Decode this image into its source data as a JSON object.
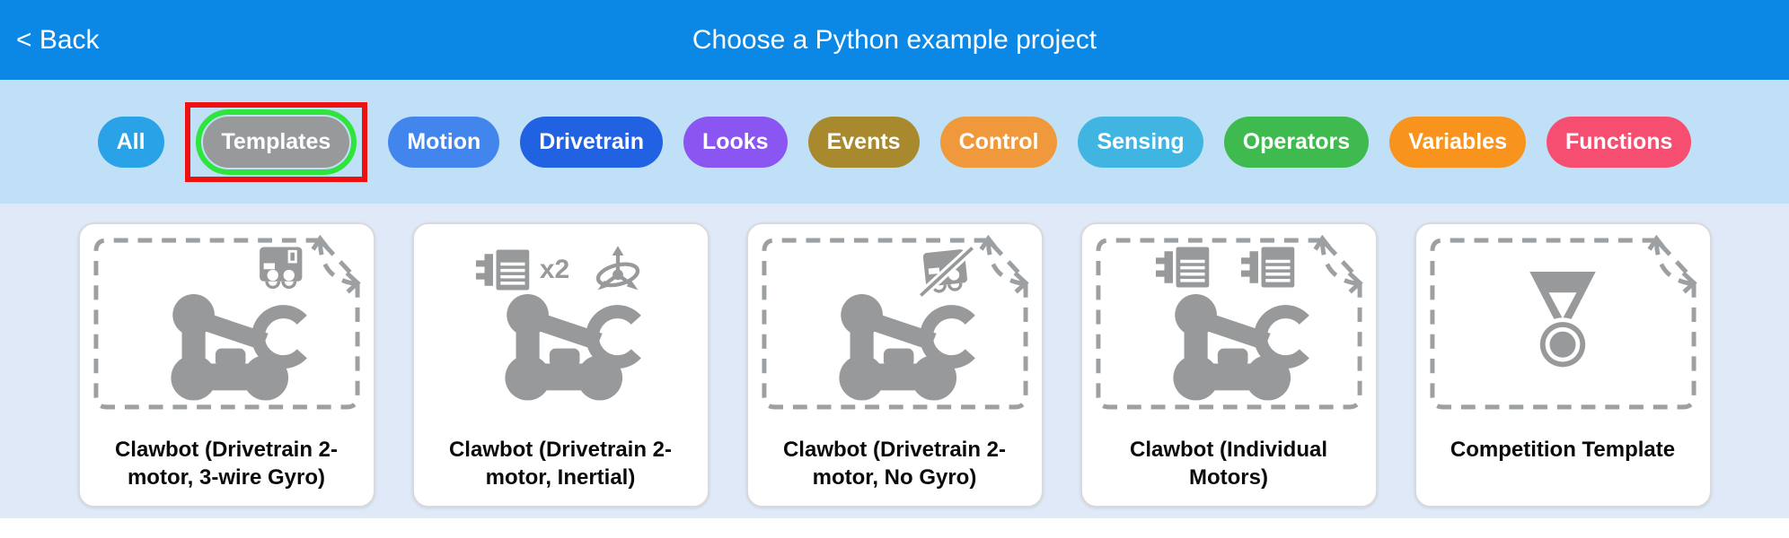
{
  "header": {
    "back_label": "< Back",
    "title": "Choose a Python example project"
  },
  "colors": {
    "header_bg": "#0b87e6",
    "filter_bar_bg": "#bfe0f6",
    "content_bg": "#dfe9f8",
    "icon_gray": "#97999b"
  },
  "filter_bar": {
    "pills": [
      {
        "label": "All",
        "color": "#2aa2e8"
      },
      {
        "label": "Templates",
        "color": "#97999b",
        "selected": true,
        "annotation": {
          "outer_box_color": "#ee1111",
          "ring_color": "#2ee53c"
        }
      },
      {
        "label": "Motion",
        "color": "#4285ec"
      },
      {
        "label": "Drivetrain",
        "color": "#2062e2"
      },
      {
        "label": "Looks",
        "color": "#8a55f0"
      },
      {
        "label": "Events",
        "color": "#a8892e"
      },
      {
        "label": "Control",
        "color": "#f0993c"
      },
      {
        "label": "Sensing",
        "color": "#41b5e2"
      },
      {
        "label": "Operators",
        "color": "#3eba4e"
      },
      {
        "label": "Variables",
        "color": "#f8941e"
      },
      {
        "label": "Functions",
        "color": "#f64e71"
      }
    ]
  },
  "content": {
    "cards": [
      {
        "title": "Clawbot (Drivetrain 2-motor, 3-wire Gyro)",
        "dashed_frame": true,
        "badge_layout": "right",
        "illustration": "clawbot",
        "badges": [
          {
            "icon": "gyro-sensor-icon",
            "label": ""
          }
        ]
      },
      {
        "title": "Clawbot (Drivetrain 2-motor, Inertial)",
        "dashed_frame": false,
        "badge_layout": "center",
        "illustration": "clawbot",
        "badges": [
          {
            "icon": "motor-icon",
            "label": "x2"
          },
          {
            "icon": "inertial-sensor-icon",
            "label": ""
          }
        ]
      },
      {
        "title": "Clawbot (Drivetrain 2-motor, No Gyro)",
        "dashed_frame": true,
        "badge_layout": "right",
        "illustration": "clawbot",
        "badges": [
          {
            "icon": "no-gyro-icon",
            "label": ""
          }
        ]
      },
      {
        "title": "Clawbot (Individual Motors)",
        "dashed_frame": true,
        "badge_layout": "spread",
        "illustration": "clawbot",
        "badges": [
          {
            "icon": "motor-icon",
            "label": ""
          },
          {
            "icon": "motor-icon",
            "label": ""
          }
        ]
      },
      {
        "title": "Competition Template",
        "dashed_frame": true,
        "badge_layout": "right",
        "illustration": "medal",
        "badges": []
      }
    ]
  }
}
